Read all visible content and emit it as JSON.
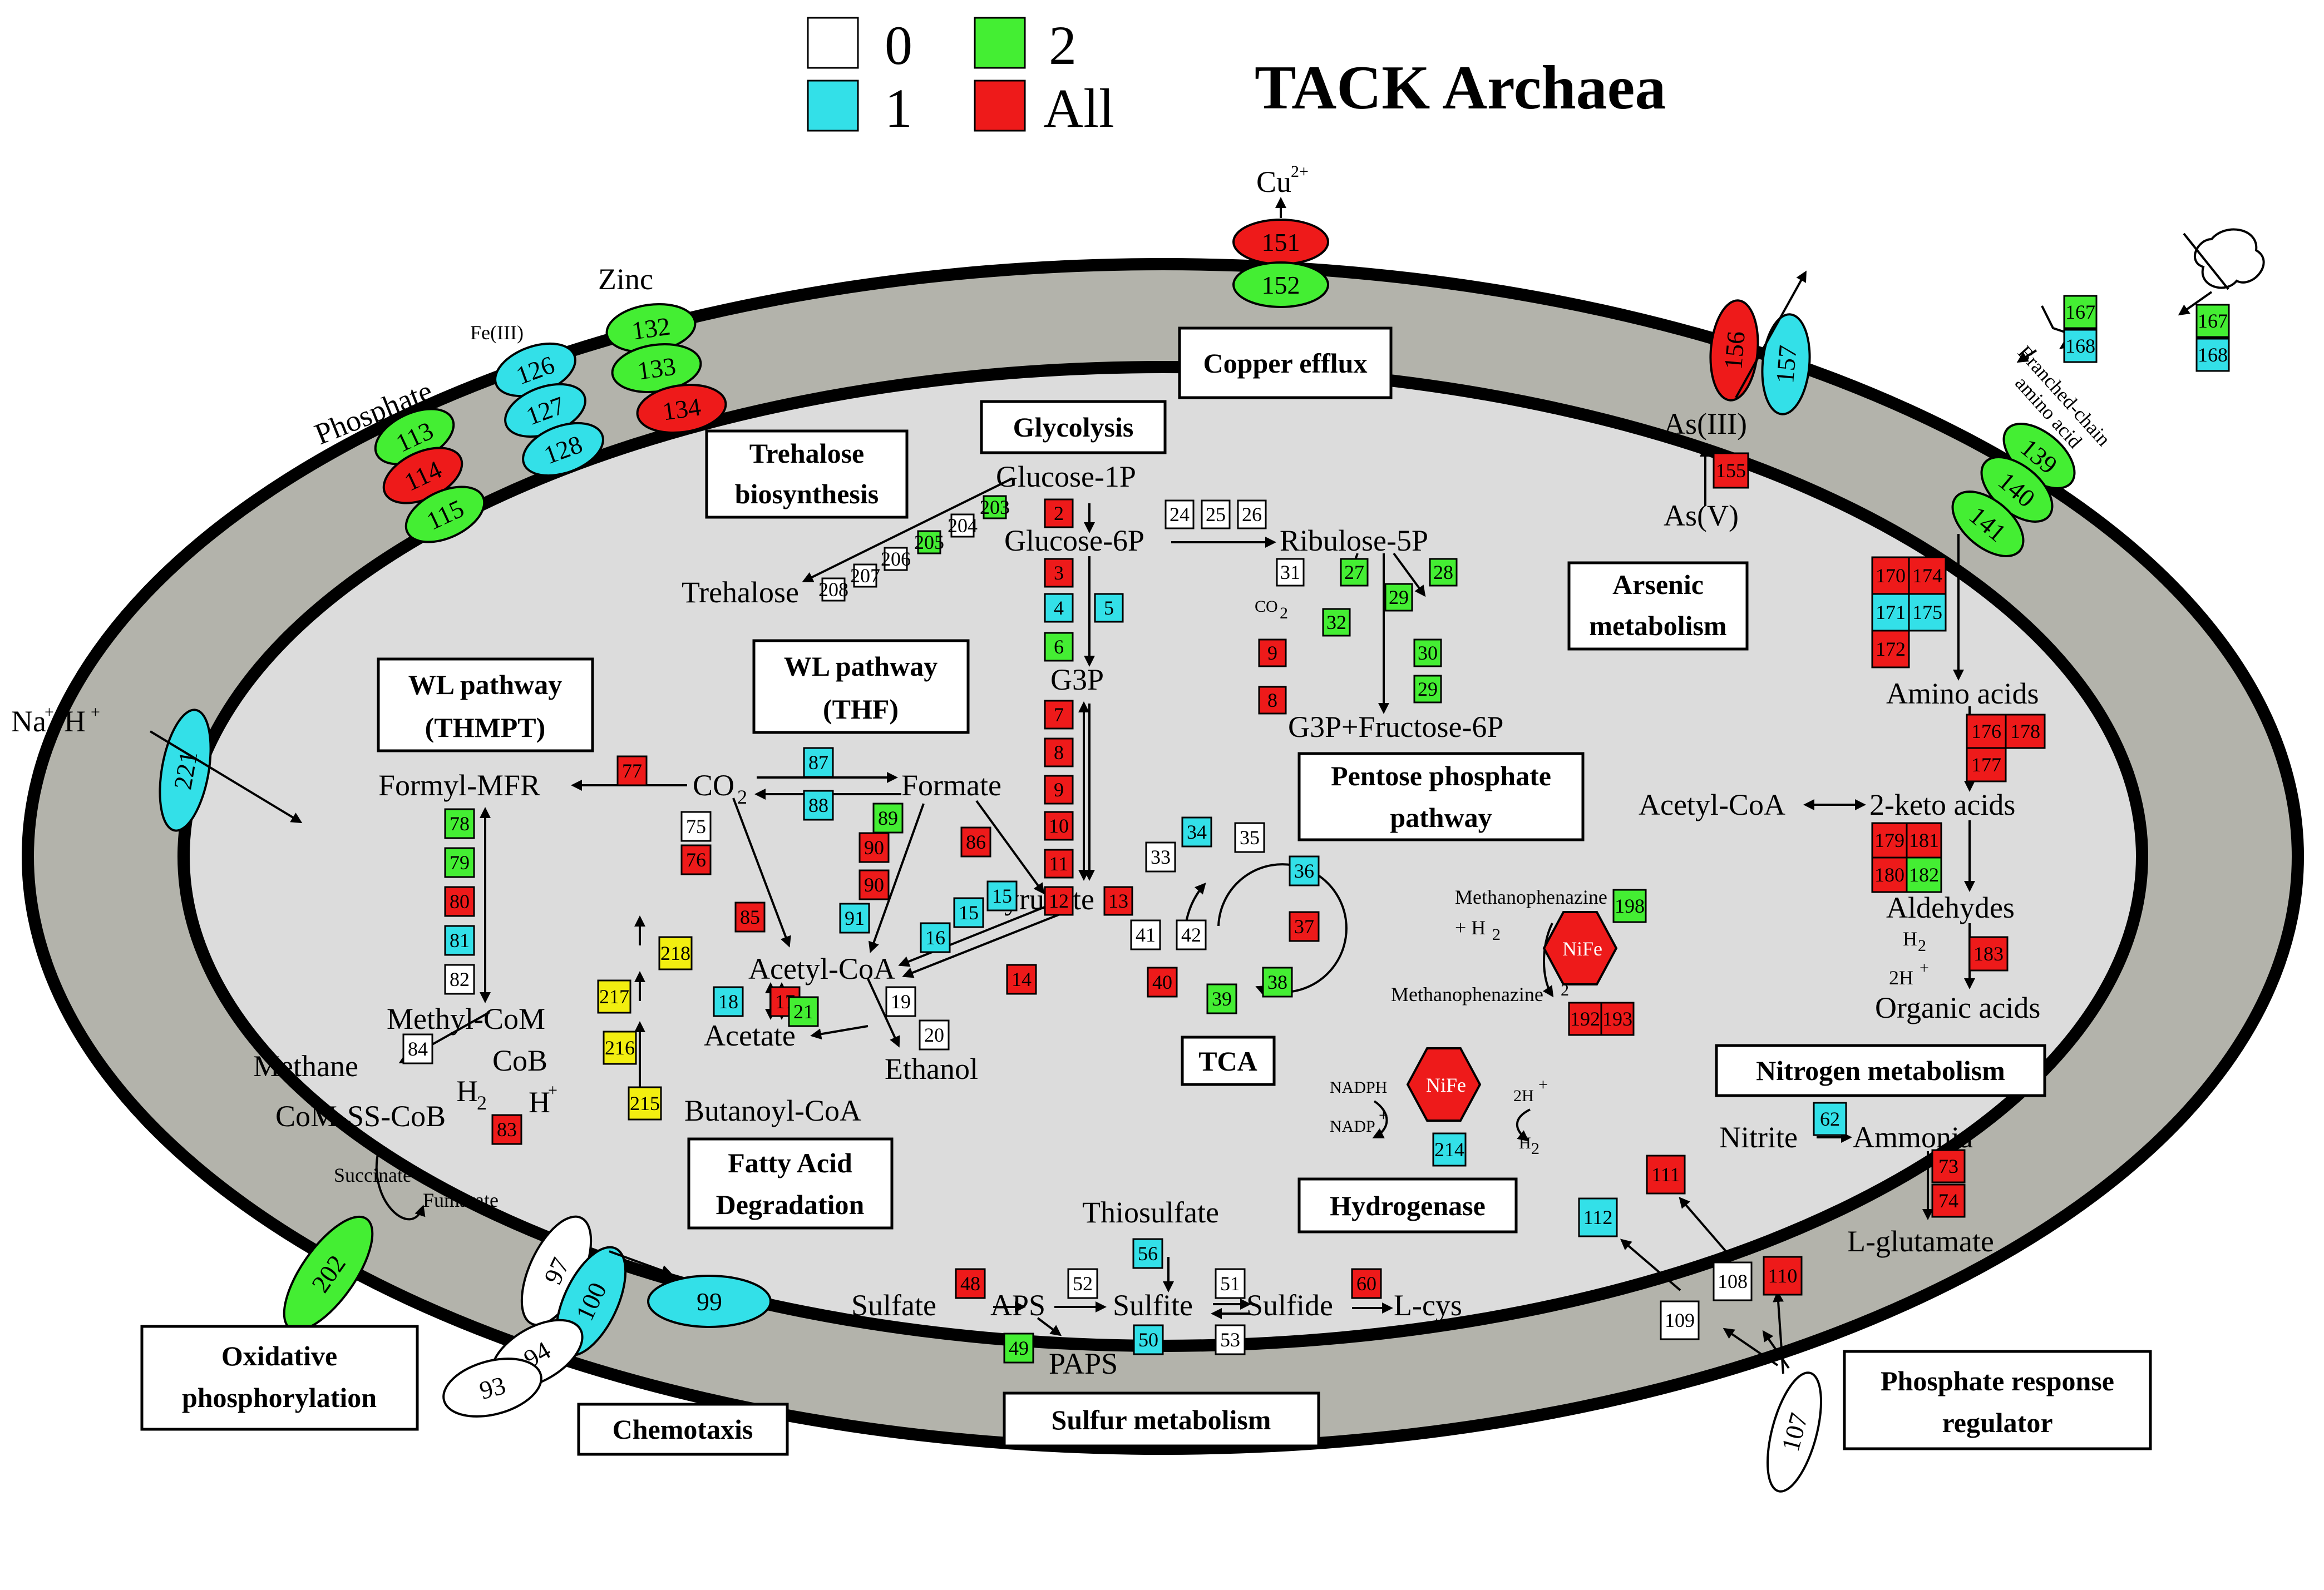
{
  "colors": {
    "c0": "#ffffff",
    "c1": "#33e0e8",
    "c2": "#44ee33",
    "all": "#ee1a1a",
    "fatty": "#f2ee10",
    "membrane": "#b3b3ab",
    "cytoplasm": "#dcdcdc",
    "line": "#000000"
  },
  "title": "TACK Archaea",
  "legend": [
    {
      "label": "0",
      "color": "c0"
    },
    {
      "label": "2",
      "color": "c2"
    },
    {
      "label": "1",
      "color": "c1"
    },
    {
      "label": "All",
      "color": "all"
    }
  ],
  "boxes": {
    "copper": "Copper efflux",
    "glycolysis": "Glycolysis",
    "trehalose_1": "Trehalose",
    "trehalose_2": "biosynthesis",
    "arsenic_1": "Arsenic",
    "arsenic_2": "metabolism",
    "wl_thmpt_1": "WL pathway",
    "wl_thmpt_2": "(THMPT)",
    "wl_thf_1": "WL pathway",
    "wl_thf_2": "(THF)",
    "pentose_1": "Pentose phosphate",
    "pentose_2": "pathway",
    "tca": "TCA",
    "nitrogen": "Nitrogen metabolism",
    "hydrogenase": "Hydrogenase",
    "fatty_1": "Fatty Acid",
    "fatty_2": "Degradation",
    "oxphos_1": "Oxidative",
    "oxphos_2": "phosphorylation",
    "chemotaxis": "Chemotaxis",
    "sulfur": "Sulfur metabolism",
    "phos_reg_1": "Phosphate response",
    "phos_reg_2": "regulator"
  },
  "labels": {
    "cu": "Cu",
    "cu_sup": "2+",
    "zinc": "Zinc",
    "fe": "Fe(III)",
    "phosphate": "Phosphate",
    "na": "Na",
    "na_sup1": "+",
    "na_h": "/H",
    "na_sup2": "+",
    "branched_1": "Branched-chain",
    "branched_2": "amino acid",
    "asIII": "As(III)",
    "asV": "As(V)",
    "glucose1p": "Glucose-1P",
    "glucose6p": "Glucose-6P",
    "ribulose5p": "Ribulose-5P",
    "trehalose": "Trehalose",
    "co2_small": "CO",
    "co2_small_sub": "2",
    "g3p": "G3P",
    "g3p_fructose": "G3P+Fructose-6P",
    "amino_acids": "Amino acids",
    "keto_acids": "2-keto acids",
    "acetylcoa_right": "Acetyl-CoA",
    "aldehydes": "Aldehydes",
    "h2_right": "H",
    "h2_right_sub": "2",
    "twoh": "2H",
    "twoh_sup": "+",
    "organic_acids": "Organic acids",
    "formyl_mfr": "Formyl-MFR",
    "co2": "CO",
    "co2_sub": "2",
    "formate": "Formate",
    "pyruvate": "Pyruvate",
    "acetylcoa": "Acetyl-CoA",
    "acetate": "Acetate",
    "ethanol": "Ethanol",
    "methyl_com": "Methyl-CoM",
    "methane": "Methane",
    "cob": "CoB",
    "com_ss_cob": "CoM-SS-CoB",
    "h2_left": "H",
    "h2_left_sub": "2",
    "hplus": "H",
    "hplus_sup": "+",
    "butanoyl": "Butanoyl-CoA",
    "methanophenazine_top": "Methanophenazine",
    "plus_h2": "+ H",
    "plus_h2_sub": "2",
    "methanophenazine_h2": "Methanophenazine",
    "methanophenazine_h2_sub": "2",
    "nife": "NiFe",
    "nadph": "NADPH",
    "nadp": "NADP",
    "nadp_sup": "+",
    "twoh_hyd": "2H",
    "twoh_hyd_sup": "+",
    "h2_hyd": "H",
    "h2_hyd_sub": "2",
    "nitrite": "Nitrite",
    "ammonia": "Ammonia",
    "lglutamate": "L-glutamate",
    "succinate": "Succinate",
    "fumarate": "Fumarate",
    "thiosulfate": "Thiosulfate",
    "sulfate": "Sulfate",
    "aps": "APS",
    "sulfite": "Sulfite",
    "sulfide": "Sulfide",
    "lcys": "L-cys",
    "paps": "PAPS"
  },
  "ellipses": [
    {
      "label": "151",
      "color": "all"
    },
    {
      "label": "152",
      "color": "c2"
    },
    {
      "label": "132",
      "color": "c2"
    },
    {
      "label": "133",
      "color": "c2"
    },
    {
      "label": "134",
      "color": "all"
    },
    {
      "label": "126",
      "color": "c1"
    },
    {
      "label": "127",
      "color": "c1"
    },
    {
      "label": "128",
      "color": "c1"
    },
    {
      "label": "113",
      "color": "c2"
    },
    {
      "label": "114",
      "color": "all"
    },
    {
      "label": "115",
      "color": "c2"
    },
    {
      "label": "156",
      "color": "all"
    },
    {
      "label": "157",
      "color": "c1"
    },
    {
      "label": "139",
      "color": "c2"
    },
    {
      "label": "140",
      "color": "c2"
    },
    {
      "label": "141",
      "color": "c2"
    },
    {
      "label": "221",
      "color": "c1"
    },
    {
      "label": "202",
      "color": "c2"
    },
    {
      "label": "97",
      "color": "c0"
    },
    {
      "label": "100",
      "color": "c1"
    },
    {
      "label": "94",
      "color": "c0"
    },
    {
      "label": "93",
      "color": "c0"
    },
    {
      "label": "99",
      "color": "c1"
    },
    {
      "label": "107",
      "color": "c0"
    }
  ],
  "chips": [
    {
      "label": "2",
      "color": "all"
    },
    {
      "label": "3",
      "color": "all"
    },
    {
      "label": "4",
      "color": "c1"
    },
    {
      "label": "5",
      "color": "c1"
    },
    {
      "label": "6",
      "color": "c2"
    },
    {
      "label": "7",
      "color": "all"
    },
    {
      "label": "8",
      "color": "all"
    },
    {
      "label": "9",
      "color": "all"
    },
    {
      "label": "10",
      "color": "all"
    },
    {
      "label": "11",
      "color": "all"
    },
    {
      "label": "12",
      "color": "all"
    },
    {
      "label": "13",
      "color": "all"
    },
    {
      "label": "24",
      "color": "c0"
    },
    {
      "label": "25",
      "color": "c0"
    },
    {
      "label": "26",
      "color": "c0"
    },
    {
      "label": "31",
      "color": "c0"
    },
    {
      "label": "27",
      "color": "c2"
    },
    {
      "label": "28",
      "color": "c2"
    },
    {
      "label": "29",
      "color": "c2"
    },
    {
      "label": "32",
      "color": "c2"
    },
    {
      "label": "30",
      "color": "c2"
    },
    {
      "label": "29",
      "color": "c2"
    },
    {
      "label": "9",
      "color": "all"
    },
    {
      "label": "8",
      "color": "all"
    },
    {
      "label": "203",
      "color": "c2"
    },
    {
      "label": "204",
      "color": "c0"
    },
    {
      "label": "205",
      "color": "c2"
    },
    {
      "label": "206",
      "color": "c0"
    },
    {
      "label": "207",
      "color": "c0"
    },
    {
      "label": "208",
      "color": "c0"
    },
    {
      "label": "155",
      "color": "all"
    },
    {
      "label": "167",
      "color": "c2"
    },
    {
      "label": "168",
      "color": "c1"
    },
    {
      "label": "167",
      "color": "c2"
    },
    {
      "label": "168",
      "color": "c1"
    },
    {
      "label": "170",
      "color": "all"
    },
    {
      "label": "174",
      "color": "all"
    },
    {
      "label": "171",
      "color": "c1"
    },
    {
      "label": "175",
      "color": "c1"
    },
    {
      "label": "172",
      "color": "all"
    },
    {
      "label": "176",
      "color": "all"
    },
    {
      "label": "178",
      "color": "all"
    },
    {
      "label": "177",
      "color": "all"
    },
    {
      "label": "179",
      "color": "all"
    },
    {
      "label": "181",
      "color": "all"
    },
    {
      "label": "180",
      "color": "all"
    },
    {
      "label": "182",
      "color": "c2"
    },
    {
      "label": "183",
      "color": "all"
    },
    {
      "label": "77",
      "color": "all"
    },
    {
      "label": "87",
      "color": "c1"
    },
    {
      "label": "88",
      "color": "c1"
    },
    {
      "label": "75",
      "color": "c0"
    },
    {
      "label": "76",
      "color": "all"
    },
    {
      "label": "78",
      "color": "c2"
    },
    {
      "label": "79",
      "color": "c2"
    },
    {
      "label": "80",
      "color": "all"
    },
    {
      "label": "81",
      "color": "c1"
    },
    {
      "label": "82",
      "color": "c0"
    },
    {
      "label": "84",
      "color": "c0"
    },
    {
      "label": "83",
      "color": "all"
    },
    {
      "label": "89",
      "color": "c2"
    },
    {
      "label": "90",
      "color": "all"
    },
    {
      "label": "90",
      "color": "all"
    },
    {
      "label": "91",
      "color": "c1"
    },
    {
      "label": "86",
      "color": "all"
    },
    {
      "label": "85",
      "color": "all"
    },
    {
      "label": "15",
      "color": "c1"
    },
    {
      "label": "15",
      "color": "c1"
    },
    {
      "label": "16",
      "color": "c1"
    },
    {
      "label": "14",
      "color": "all"
    },
    {
      "label": "218",
      "color": "fatty"
    },
    {
      "label": "217",
      "color": "fatty"
    },
    {
      "label": "216",
      "color": "fatty"
    },
    {
      "label": "215",
      "color": "fatty"
    },
    {
      "label": "18",
      "color": "c1"
    },
    {
      "label": "17",
      "color": "all"
    },
    {
      "label": "19",
      "color": "c0"
    },
    {
      "label": "20",
      "color": "c0"
    },
    {
      "label": "21",
      "color": "c2"
    },
    {
      "label": "34",
      "color": "c1"
    },
    {
      "label": "35",
      "color": "c0"
    },
    {
      "label": "33",
      "color": "c0"
    },
    {
      "label": "36",
      "color": "c1"
    },
    {
      "label": "37",
      "color": "all"
    },
    {
      "label": "41",
      "color": "c0"
    },
    {
      "label": "42",
      "color": "c0"
    },
    {
      "label": "40",
      "color": "all"
    },
    {
      "label": "39",
      "color": "c2"
    },
    {
      "label": "38",
      "color": "c2"
    },
    {
      "label": "198",
      "color": "c2"
    },
    {
      "label": "192",
      "color": "all"
    },
    {
      "label": "193",
      "color": "all"
    },
    {
      "label": "214",
      "color": "c1"
    },
    {
      "label": "62",
      "color": "c1"
    },
    {
      "label": "73",
      "color": "all"
    },
    {
      "label": "74",
      "color": "all"
    },
    {
      "label": "111",
      "color": "all"
    },
    {
      "label": "112",
      "color": "c1"
    },
    {
      "label": "110",
      "color": "all"
    },
    {
      "label": "108",
      "color": "c0"
    },
    {
      "label": "109",
      "color": "c0"
    },
    {
      "label": "56",
      "color": "c1"
    },
    {
      "label": "48",
      "color": "all"
    },
    {
      "label": "52",
      "color": "c0"
    },
    {
      "label": "51",
      "color": "c0"
    },
    {
      "label": "60",
      "color": "all"
    },
    {
      "label": "53",
      "color": "c0"
    },
    {
      "label": "49",
      "color": "c2"
    },
    {
      "label": "50",
      "color": "c1"
    }
  ]
}
